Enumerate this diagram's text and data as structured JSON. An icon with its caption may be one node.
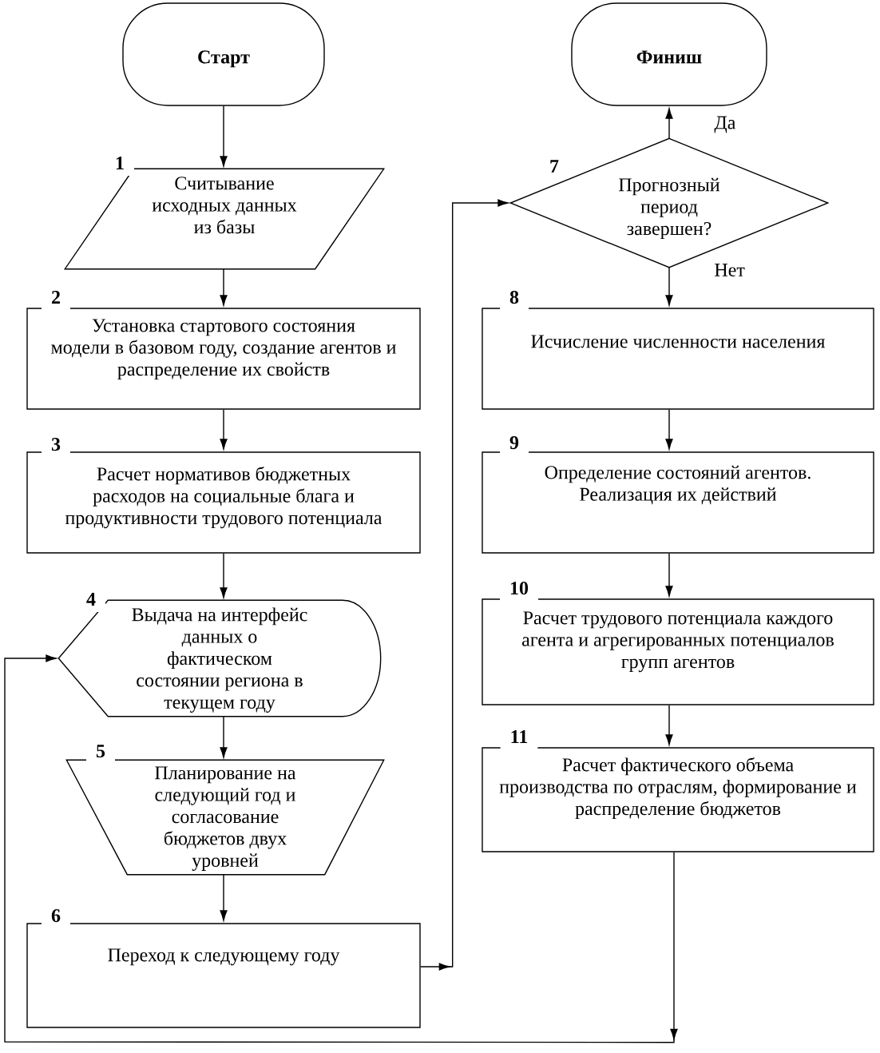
{
  "diagram": {
    "nodes": [
      {
        "text": [
          "Старт"
        ]
      },
      {
        "text": [
          "Считывание исходных данных из базы"
        ],
        "beside": [
          "1"
        ]
      },
      {
        "text": [
          "Установка стартового состояния модели в базовом году, создание агентов и распределение их свойств"
        ],
        "beside": [
          "2"
        ]
      },
      {
        "text": [
          "Расчет нормативов бюджетных расходов на социальные блага и продуктивности трудового потенциала"
        ],
        "beside": [
          "3"
        ]
      },
      {
        "text": [
          "Выдача на интерфейс данных о фактическом состоянии региона в текущем году"
        ],
        "beside": [
          "4"
        ]
      },
      {
        "text": [
          "Планирование на следующий год и согласование бюджетов двух уровней"
        ],
        "beside": [
          "5"
        ]
      },
      {
        "text": [
          "Переход к следующему году"
        ],
        "beside": [
          "6"
        ]
      },
      {
        "text": [
          "Финиш"
        ]
      },
      {
        "text": [
          "Прогнозный период завершен?"
        ],
        "beside": [
          "7"
        ]
      },
      {
        "text": [
          "Исчисление численности населения"
        ],
        "beside": [
          "8"
        ]
      },
      {
        "text": [
          "Определение состояний агентов. Реализация их действий"
        ],
        "beside": [
          "9"
        ]
      },
      {
        "text": [
          "Расчет трудового потенциала каждого агента и агрегированных потенциалов групп агентов"
        ],
        "beside": [
          "10"
        ]
      },
      {
        "text": [
          "Расчет фактического объема производства по отраслям, формирование и распределение бюджетов"
        ],
        "beside": [
          "11"
        ]
      }
    ],
    "edges": [
      {
        "from": 0,
        "to": 1,
        "arrow": "to"
      },
      {
        "from": 1,
        "to": 2,
        "arrow": "to"
      },
      {
        "from": 2,
        "to": 3,
        "arrow": "to"
      },
      {
        "from": 3,
        "to": 4,
        "arrow": "to"
      },
      {
        "from": 4,
        "to": 5,
        "arrow": "to"
      },
      {
        "from": 5,
        "to": 6,
        "arrow": "to"
      },
      {
        "from": 6,
        "to": 8,
        "arrow": "to"
      },
      {
        "from": 8,
        "to": 7,
        "arrow": "to",
        "label": "Да"
      },
      {
        "from": 8,
        "to": 9,
        "arrow": "to",
        "label": "Нет"
      },
      {
        "from": 9,
        "to": 10,
        "arrow": "to"
      },
      {
        "from": 10,
        "to": 11,
        "arrow": "to"
      },
      {
        "from": 11,
        "to": 12,
        "arrow": "to"
      },
      {
        "from": 12,
        "to": 4,
        "arrow": "to"
      }
    ]
  }
}
